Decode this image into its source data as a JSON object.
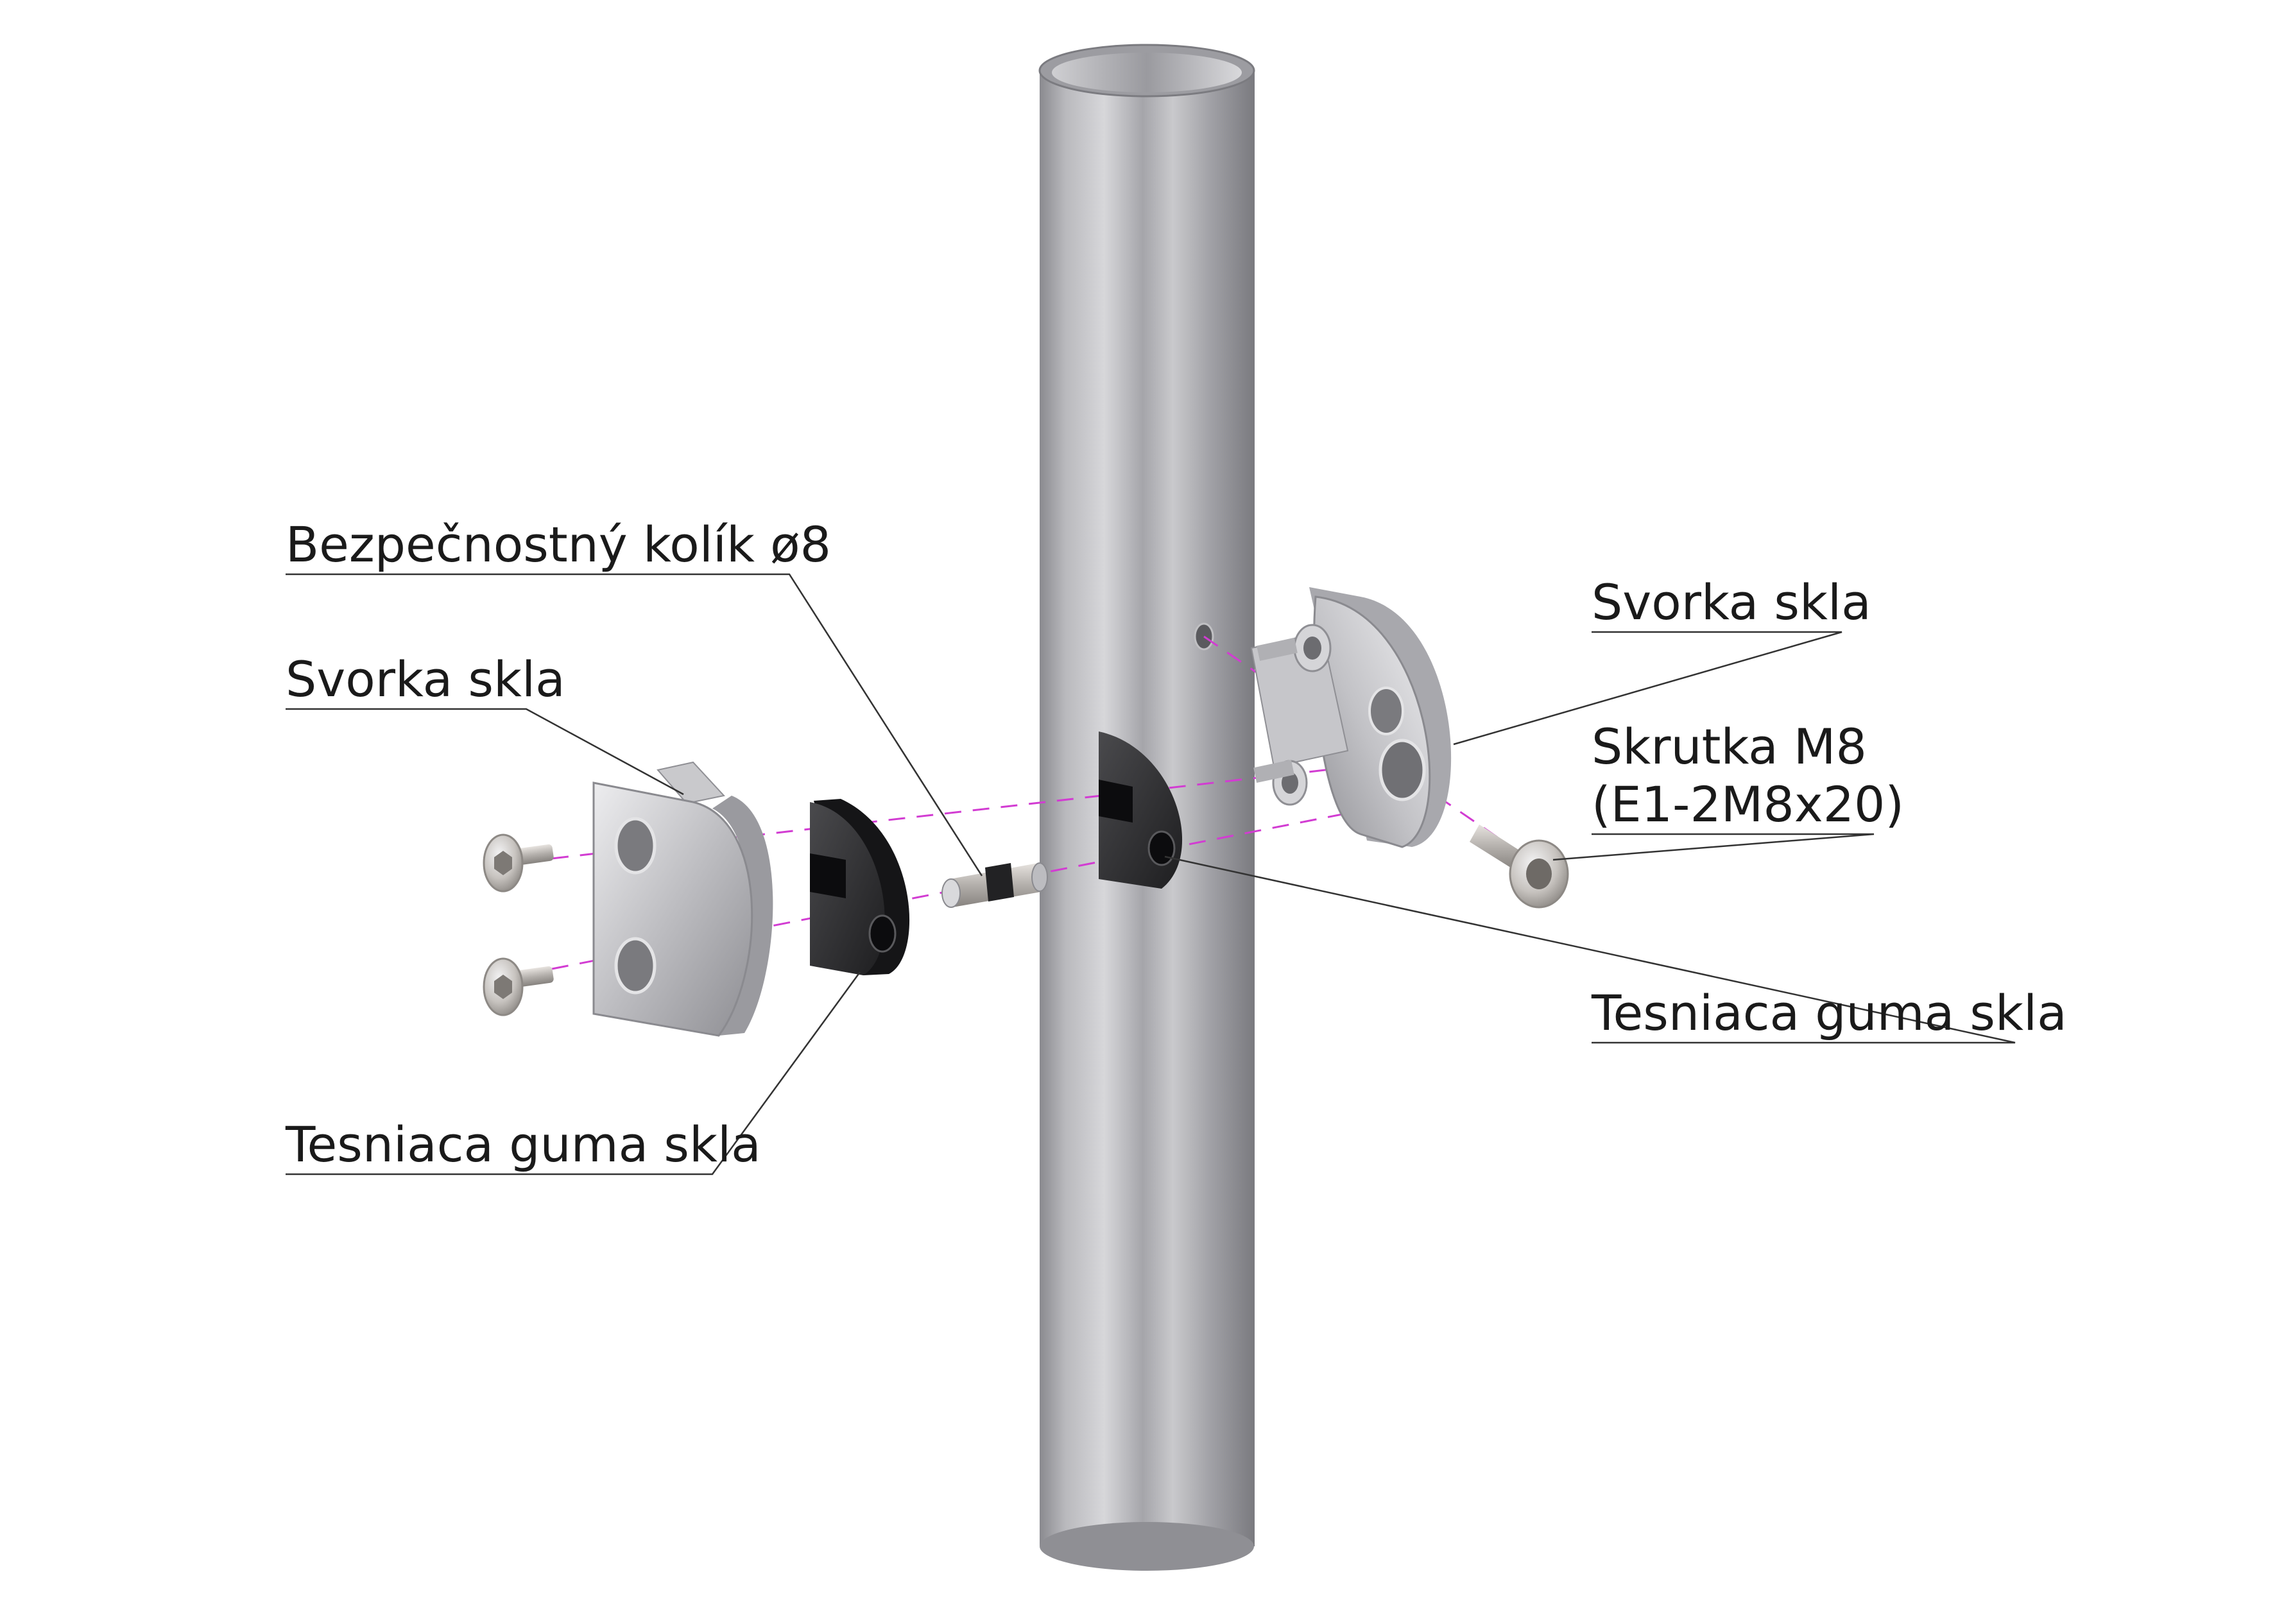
{
  "labels": {
    "pin": "Bezpečnostný kolík ø8",
    "clamp_left": "Svorka skla",
    "gasket_left": "Tesniaca guma skla",
    "clamp_right": "Svorka skla",
    "screw_line1": "Skrutka M8",
    "screw_line2": "(E1-2M8x20)",
    "gasket_right": "Tesniaca guma skla"
  },
  "colors": {
    "steel_light": "#e6e6e8",
    "steel_mid": "#b4b4b8",
    "steel_dark": "#7f7f84",
    "rubber": "#2c2c2e",
    "axis_line": "#d23cd2",
    "leader": "#333333",
    "text": "#1a1a1a"
  }
}
